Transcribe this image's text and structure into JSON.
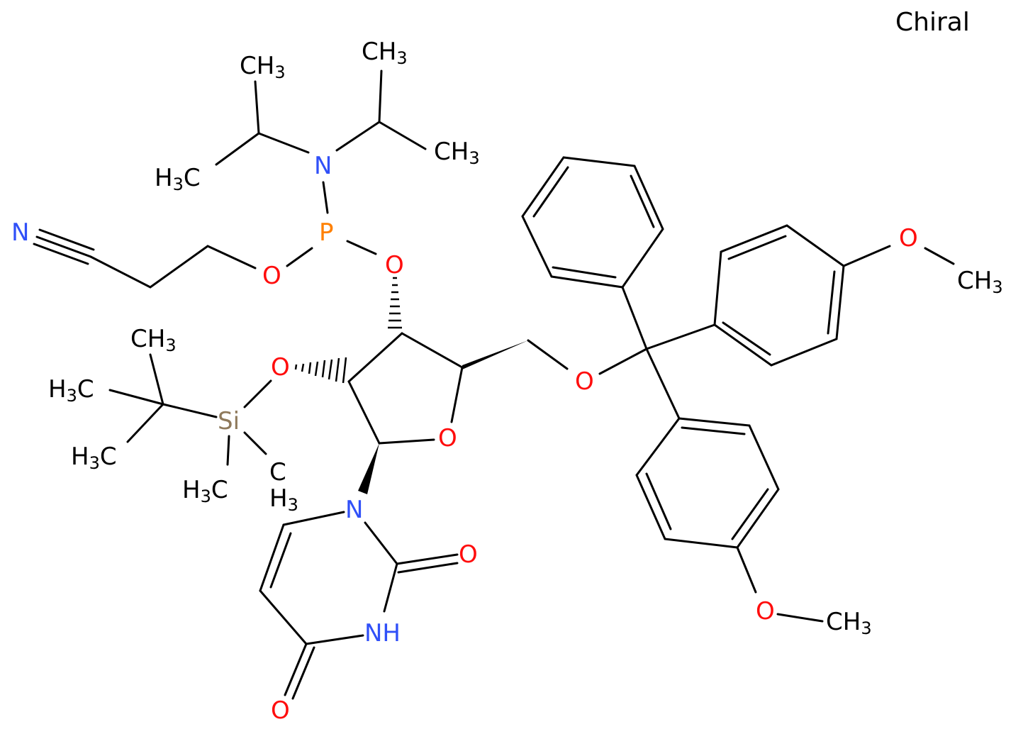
{
  "title": "Chiral",
  "colors": {
    "C": "#000000",
    "N": "#3050F8",
    "O": "#FF0D0D",
    "P": "#FF8000",
    "Si": "#8F7A5C"
  },
  "atoms": {
    "ch3_a": {
      "main": "CH",
      "sub": "3"
    },
    "ch3_b": {
      "main": "CH",
      "sub": "3"
    },
    "ch3_c": {
      "main": "CH",
      "sub": "3"
    },
    "h3c_a": {
      "pre": "H",
      "sub": "3",
      "main": "C"
    },
    "n_amine": "N",
    "p": "P",
    "n_nitrile": "N",
    "o_pcn": "O",
    "o_3": "O",
    "ch3_tbu": {
      "main": "CH",
      "sub": "3"
    },
    "h3c_tbu1": {
      "pre": "H",
      "sub": "3",
      "main": "C"
    },
    "o_2": "O",
    "si": "Si",
    "h3c_tbu2": {
      "pre": "H",
      "sub": "3",
      "main": "C"
    },
    "h3c_si": {
      "pre": "H",
      "sub": "3",
      "main": "C"
    },
    "ch3_si": {
      "main": "C",
      "sub2": "H",
      "sub": "3"
    },
    "o_ring": "O",
    "o_5": "O",
    "o_me1": "O",
    "ch3_me1": {
      "main": "CH",
      "sub": "3"
    },
    "n1": "N",
    "o_c2": "O",
    "nh": "NH",
    "o_c4": "O",
    "o_me2": "O",
    "ch3_me2": {
      "main": "CH",
      "sub": "3"
    }
  }
}
